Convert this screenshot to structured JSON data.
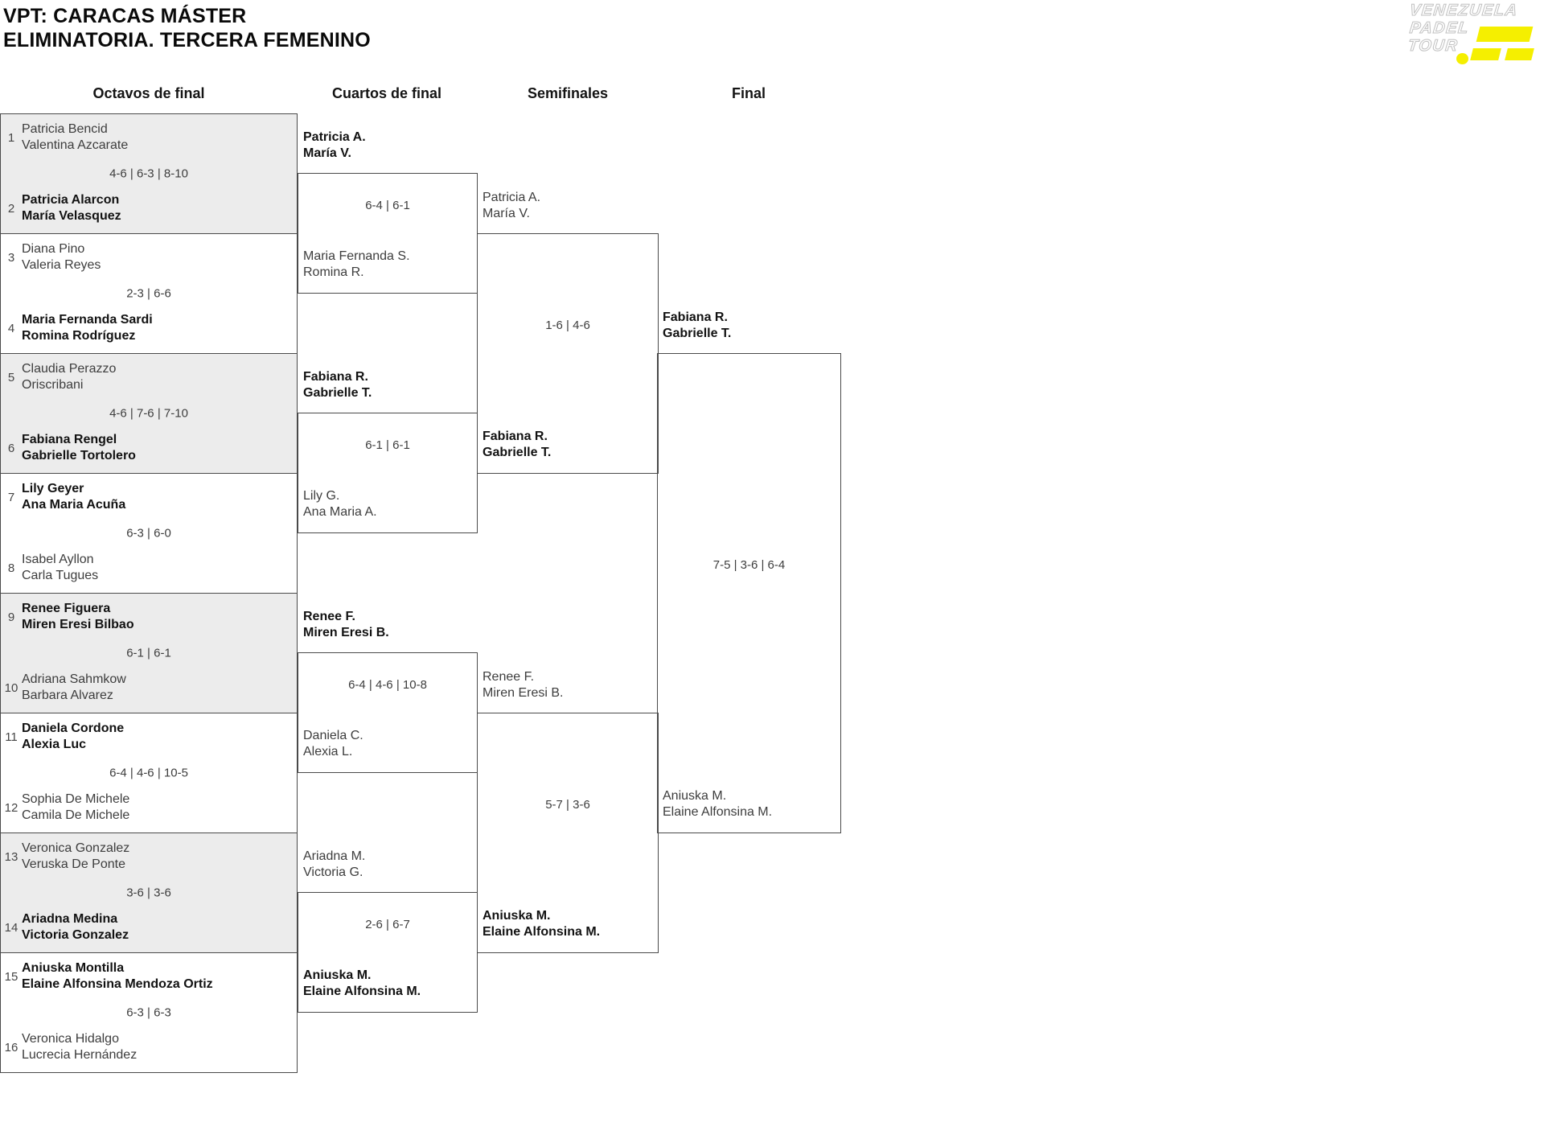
{
  "title": {
    "line1": "VPT: CARACAS MÁSTER",
    "line2": "ELIMINATORIA. TERCERA FEMENINO"
  },
  "logo": {
    "word1": "VENEZUELA",
    "word2": "PADEL",
    "word3": "TOUR"
  },
  "headers": [
    "Octavos de final",
    "Cuartos de final",
    "Semifinales",
    "Final"
  ],
  "colors": {
    "background": "#ffffff",
    "shaded_match": "#ececec",
    "border": "#4a4a4a",
    "accent_yellow": "#f5ef00",
    "text_primary": "#141414",
    "text_secondary": "#3d3d3d"
  },
  "octavos": [
    {
      "score": "4-6 | 6-3 | 8-10",
      "top": {
        "seed": "1",
        "lines": [
          "Patricia Bencid",
          "Valentina Azcarate"
        ],
        "winner": false
      },
      "bottom": {
        "seed": "2",
        "lines": [
          "Patricia Alarcon",
          "María Velasquez"
        ],
        "winner": true
      }
    },
    {
      "score": "2-3 | 6-6",
      "top": {
        "seed": "3",
        "lines": [
          "Diana Pino",
          "Valeria Reyes"
        ],
        "winner": false
      },
      "bottom": {
        "seed": "4",
        "lines": [
          "Maria Fernanda Sardi",
          "Romina Rodríguez"
        ],
        "winner": true
      }
    },
    {
      "score": "4-6 | 7-6 | 7-10",
      "top": {
        "seed": "5",
        "lines": [
          "Claudia Perazzo",
          "Oriscribani"
        ],
        "winner": false
      },
      "bottom": {
        "seed": "6",
        "lines": [
          "Fabiana Rengel",
          "Gabrielle Tortolero"
        ],
        "winner": true
      }
    },
    {
      "score": "6-3 | 6-0",
      "top": {
        "seed": "7",
        "lines": [
          "Lily Geyer",
          "Ana Maria Acuña"
        ],
        "winner": true
      },
      "bottom": {
        "seed": "8",
        "lines": [
          "Isabel Ayllon",
          "Carla Tugues"
        ],
        "winner": false
      }
    },
    {
      "score": "6-1 | 6-1",
      "top": {
        "seed": "9",
        "lines": [
          "Renee Figuera",
          "Miren Eresi Bilbao"
        ],
        "winner": true
      },
      "bottom": {
        "seed": "10",
        "lines": [
          "Adriana Sahmkow",
          "Barbara Alvarez"
        ],
        "winner": false
      }
    },
    {
      "score": "6-4 | 4-6 | 10-5",
      "top": {
        "seed": "11",
        "lines": [
          "Daniela Cordone",
          "Alexia Luc"
        ],
        "winner": true
      },
      "bottom": {
        "seed": "12",
        "lines": [
          "Sophia De Michele",
          "Camila De Michele"
        ],
        "winner": false
      }
    },
    {
      "score": "3-6 | 3-6",
      "top": {
        "seed": "13",
        "lines": [
          "Veronica Gonzalez",
          "Veruska De Ponte"
        ],
        "winner": false
      },
      "bottom": {
        "seed": "14",
        "lines": [
          "Ariadna Medina",
          "Victoria Gonzalez"
        ],
        "winner": true
      }
    },
    {
      "score": "6-3 | 6-3",
      "top": {
        "seed": "15",
        "lines": [
          "Aniuska Montilla",
          "Elaine Alfonsina Mendoza Ortiz"
        ],
        "winner": true
      },
      "bottom": {
        "seed": "16",
        "lines": [
          "Veronica Hidalgo",
          "Lucrecia Hernández"
        ],
        "winner": false
      }
    }
  ],
  "cuartos": [
    {
      "score": "6-4 | 6-1",
      "top": {
        "lines": [
          "Patricia A.",
          "María V."
        ],
        "winner": true
      },
      "bottom": {
        "lines": [
          "Maria Fernanda S.",
          "Romina R."
        ],
        "winner": false
      }
    },
    {
      "score": "6-1 | 6-1",
      "top": {
        "lines": [
          "Fabiana R.",
          "Gabrielle T."
        ],
        "winner": true
      },
      "bottom": {
        "lines": [
          "Lily G.",
          "Ana Maria A."
        ],
        "winner": false
      }
    },
    {
      "score": "6-4 | 4-6 | 10-8",
      "top": {
        "lines": [
          "Renee F.",
          "Miren Eresi B."
        ],
        "winner": true
      },
      "bottom": {
        "lines": [
          "Daniela C.",
          "Alexia L."
        ],
        "winner": false
      }
    },
    {
      "score": "2-6 | 6-7",
      "top": {
        "lines": [
          "Ariadna M.",
          "Victoria G."
        ],
        "winner": false
      },
      "bottom": {
        "lines": [
          "Aniuska M.",
          "Elaine Alfonsina M."
        ],
        "winner": true
      }
    }
  ],
  "semifinales": [
    {
      "score": "1-6 | 4-6",
      "top": {
        "lines": [
          "Patricia A.",
          "María V."
        ],
        "winner": false
      },
      "bottom": {
        "lines": [
          "Fabiana R.",
          "Gabrielle T."
        ],
        "winner": true
      }
    },
    {
      "score": "5-7 | 3-6",
      "top": {
        "lines": [
          "Renee F.",
          "Miren Eresi B."
        ],
        "winner": false
      },
      "bottom": {
        "lines": [
          "Aniuska M.",
          "Elaine Alfonsina M."
        ],
        "winner": true
      }
    }
  ],
  "final": {
    "score": "7-5 | 3-6 | 6-4",
    "top": {
      "lines": [
        "Fabiana R.",
        "Gabrielle T."
      ],
      "winner": true
    },
    "bottom": {
      "lines": [
        "Aniuska M.",
        "Elaine Alfonsina M."
      ],
      "winner": false
    }
  }
}
